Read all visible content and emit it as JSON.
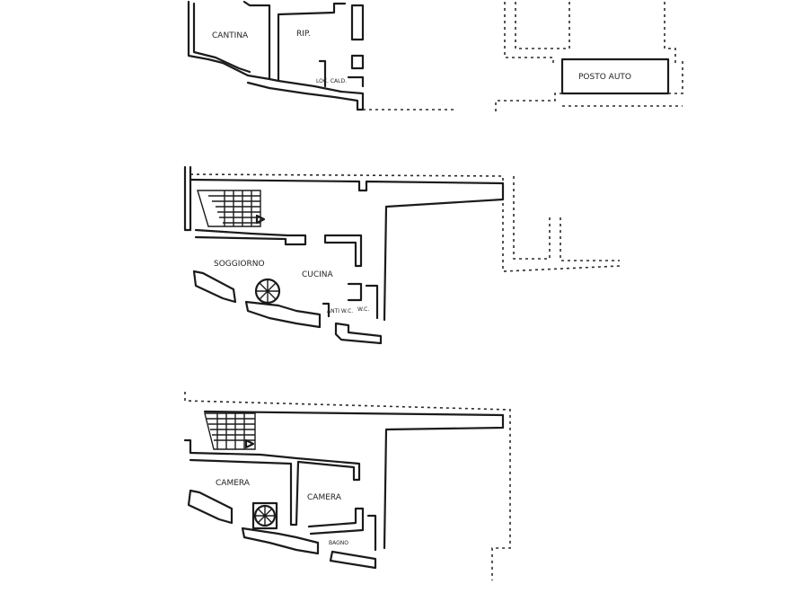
{
  "labels": {
    "cantina": "CANTINA",
    "rip": "RIP.",
    "loc_cald": "LOC. CALD.",
    "posto_auto": "POSTO AUTO",
    "soggiorno": "SOGGIORNO",
    "cucina": "CUCINA",
    "anti_wc": "ANTI W.C.",
    "wc": "W.C.",
    "camera_1": "CAMERA",
    "camera_2": "CAMERA",
    "bagno": "BAGNO"
  }
}
